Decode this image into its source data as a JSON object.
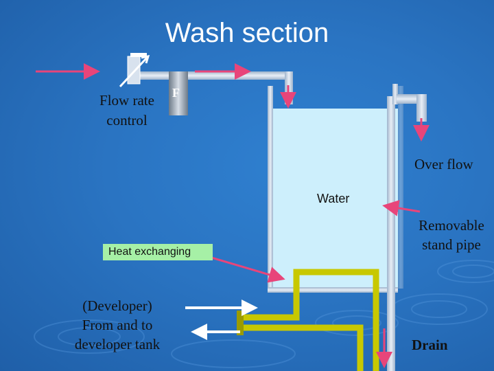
{
  "title": "Wash section",
  "labels": {
    "flow_rate_control": "Flow rate control",
    "filter": "F",
    "over_flow": "Over flow",
    "water": "Water",
    "removable_stand_pipe": "Removable stand pipe",
    "heat_exchanging": "Heat exchanging",
    "developer": "(Developer) From and to developer tank",
    "drain": "Drain"
  },
  "colors": {
    "background": "#2a74c2",
    "pipe": "#cfd8e6",
    "tank_water": "#cdeffc",
    "heat_exchanger": "#c8c800",
    "arrow_pink": "#e8457a",
    "arrow_white": "#ffffff",
    "label_box": "#a6f0a6"
  },
  "icons": [
    "flow-valve-icon",
    "filter-icon"
  ]
}
